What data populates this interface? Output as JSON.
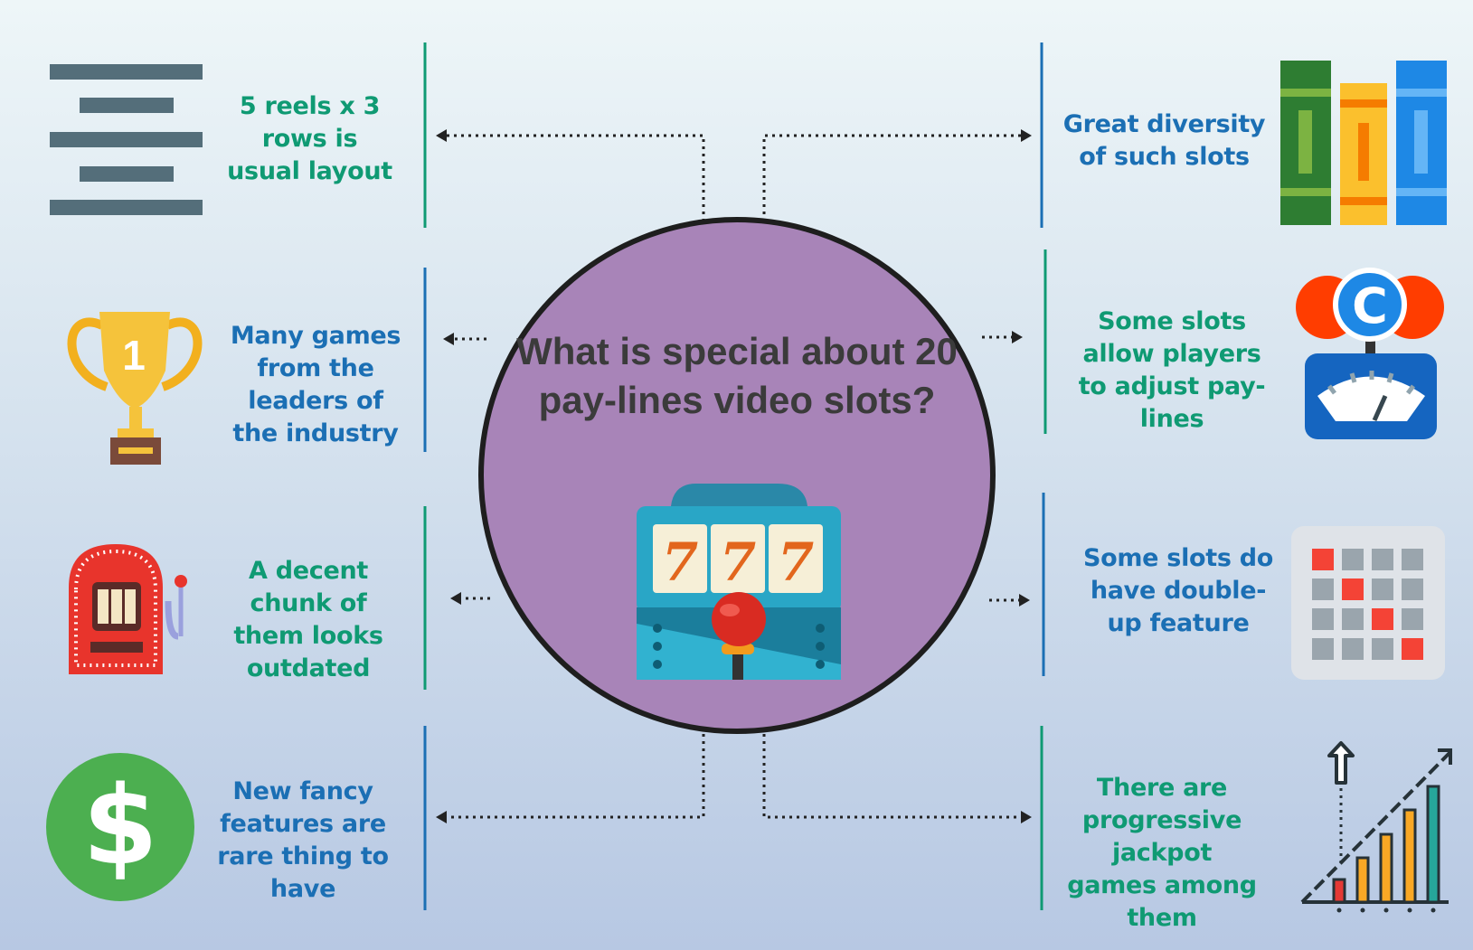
{
  "title": "What is special about 20 pay-lines video slots?",
  "slot_reels": [
    "7",
    "7",
    "7"
  ],
  "colors": {
    "green_text": "#0f9a73",
    "blue_text": "#1b6fb4",
    "circle_fill": "#a884b8"
  },
  "features_left": [
    {
      "text": "5 reels x 3 rows is usual layout",
      "icon": "layout-lines-icon"
    },
    {
      "text": "Many games from the leaders of the industry",
      "icon": "trophy-icon"
    },
    {
      "text": "A decent chunk of them looks outdated",
      "icon": "slot-machine-icon"
    },
    {
      "text": "New fancy features are rare thing to have",
      "icon": "dollar-coin-icon"
    }
  ],
  "features_right": [
    {
      "text": "Great diversity of such slots",
      "icon": "books-icon"
    },
    {
      "text": "Some slots allow players to adjust pay-lines",
      "icon": "control-gauge-icon"
    },
    {
      "text": "Some slots do have double-up feature",
      "icon": "grid-icon"
    },
    {
      "text": "There are progressive jackpot games among them",
      "icon": "growth-chart-icon"
    }
  ],
  "trophy_number": "1",
  "gauge_letter": "C"
}
